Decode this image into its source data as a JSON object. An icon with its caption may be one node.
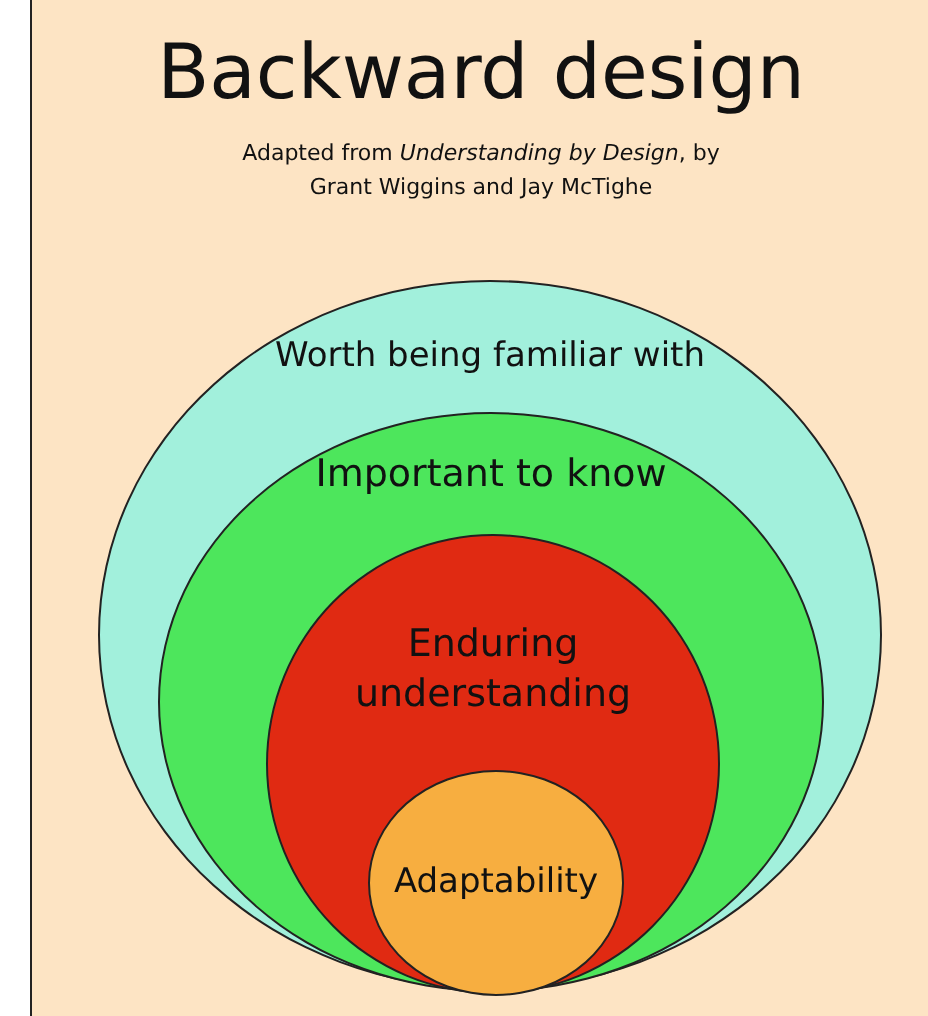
{
  "diagram": {
    "title": "Backward design",
    "caption": "Adapted from *Understanding by Design*, by Grant Wiggins and Jay McTighe",
    "nodes": [
      {
        "text": [
          "Worth being familiar with"
        ]
      },
      {
        "text": [
          "Important to know"
        ],
        "in": 0
      },
      {
        "text": [
          "Enduring understanding"
        ],
        "in": 1
      },
      {
        "text": [
          "Adaptability"
        ],
        "in": 2
      }
    ]
  }
}
